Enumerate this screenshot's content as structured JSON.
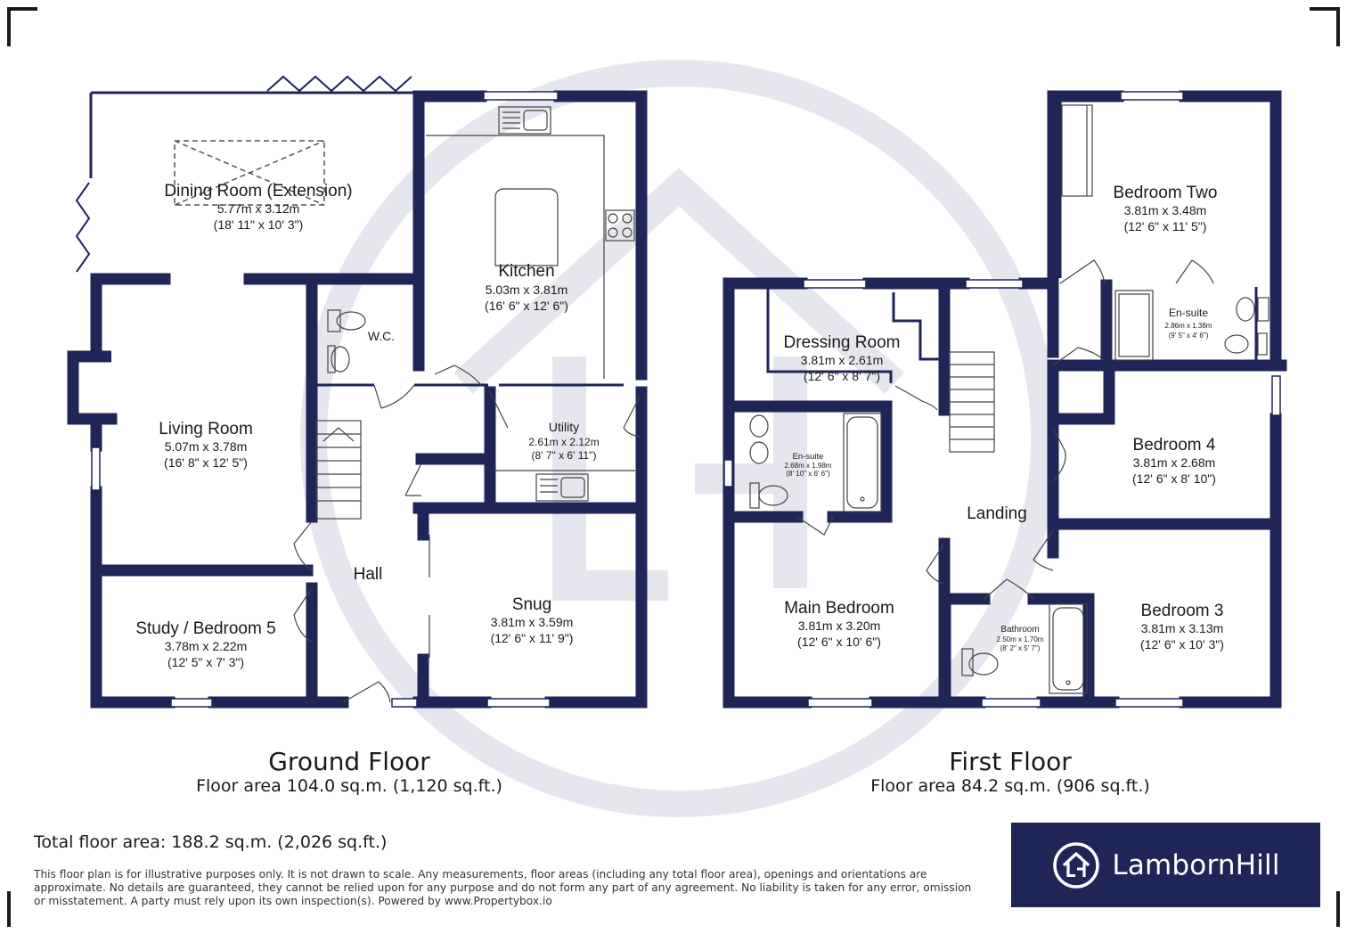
{
  "colors": {
    "wall": "#1f2557",
    "watermark": "#e6e7ee",
    "logo_bg": "#1f2557",
    "text": "#1a1a1a"
  },
  "ground_floor": {
    "title": "Ground Floor",
    "area": "Floor area 104.0 sq.m. (1,120 sq.ft.)",
    "rooms": [
      {
        "name": "Dining Room (Extension)",
        "metric": "5.77m x 3.12m",
        "imperial": "(18' 11\" x 10' 3\")"
      },
      {
        "name": "Kitchen",
        "metric": "5.03m x 3.81m",
        "imperial": "(16' 6\" x 12' 6\")"
      },
      {
        "name": "W.C.",
        "metric": "",
        "imperial": ""
      },
      {
        "name": "Living Room",
        "metric": "5.07m x 3.78m",
        "imperial": "(16' 8\" x 12' 5\")"
      },
      {
        "name": "Utility",
        "metric": "2.61m x 2.12m",
        "imperial": "(8' 7\" x 6' 11\")"
      },
      {
        "name": "Hall",
        "metric": "",
        "imperial": ""
      },
      {
        "name": "Snug",
        "metric": "3.81m x 3.59m",
        "imperial": "(12' 6\" x 11' 9\")"
      },
      {
        "name": "Study / Bedroom 5",
        "metric": "3.78m x 2.22m",
        "imperial": "(12' 5\" x 7' 3\")"
      }
    ]
  },
  "first_floor": {
    "title": "First Floor",
    "area": "Floor area 84.2 sq.m. (906 sq.ft.)",
    "rooms": [
      {
        "name": "Bedroom Two",
        "metric": "3.81m x 3.48m",
        "imperial": "(12' 6\" x 11' 5\")"
      },
      {
        "name": "En-suite",
        "metric": "2.86m x 1.38m",
        "imperial": "(9' 5\" x 4' 6\")"
      },
      {
        "name": "Dressing Room",
        "metric": "3.81m x 2.61m",
        "imperial": "(12' 6\" x 8' 7\")"
      },
      {
        "name": "En-suite",
        "metric": "2.68m x 1.98m",
        "imperial": "(8' 10\" x 6' 6\")"
      },
      {
        "name": "Bedroom 4",
        "metric": "3.81m x 2.68m",
        "imperial": "(12' 6\" x 8' 10\")"
      },
      {
        "name": "Landing",
        "metric": "",
        "imperial": ""
      },
      {
        "name": "Main Bedroom",
        "metric": "3.81m x 3.20m",
        "imperial": "(12' 6\" x 10' 6\")"
      },
      {
        "name": "Bathroom",
        "metric": "2.50m x 1.70m",
        "imperial": "(8' 2\" x 5' 7\")"
      },
      {
        "name": "Bedroom 3",
        "metric": "3.81m x 3.13m",
        "imperial": "(12' 6\" x 10' 3\")"
      }
    ]
  },
  "total_area": "Total floor area: 188.2 sq.m. (2,026 sq.ft.)",
  "disclaimer": "This floor plan is for illustrative purposes only. It is not drawn to scale. Any measurements, floor areas (including any total floor area), openings and orientations are approximate. No details are guaranteed, they cannot be relied upon for any purpose and do not form any part of any agreement. No liability is taken for any error, omission or misstatement. A party must rely upon its own inspection(s). Powered by www.Propertybox.io",
  "logo": {
    "text": "LambornHill",
    "icon": "house-in-circle-icon"
  },
  "watermark": {
    "icon": "lh-house-watermark-icon"
  }
}
